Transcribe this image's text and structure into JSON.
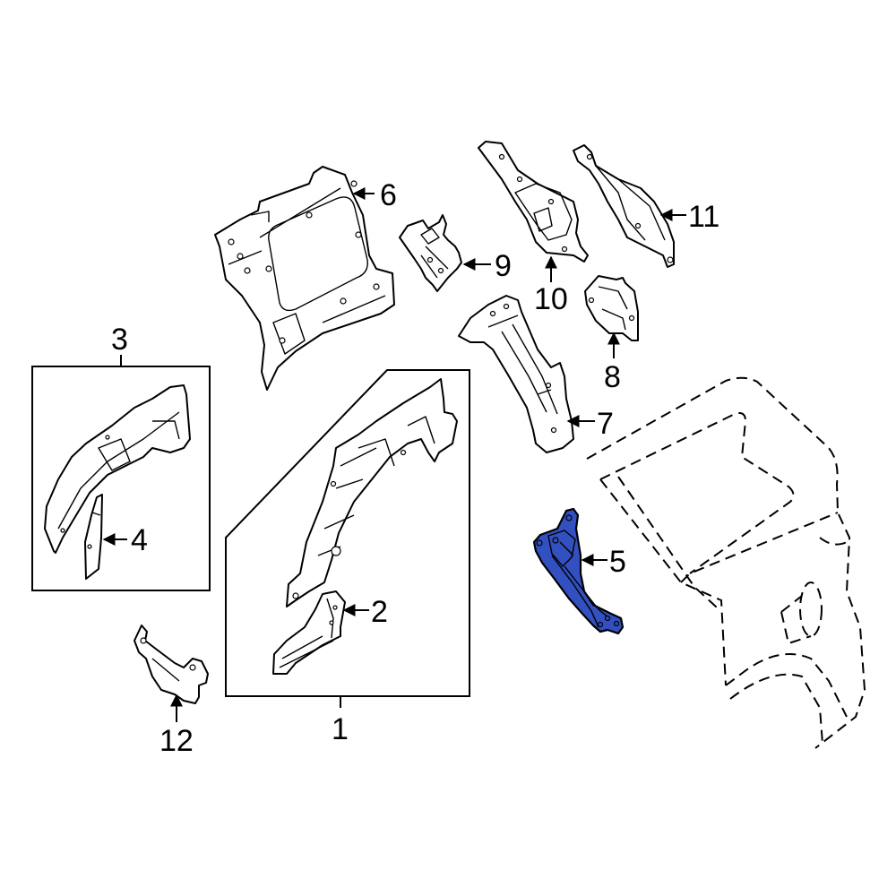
{
  "diagram": {
    "type": "exploded-parts-diagram",
    "subject": "Rear quarter inner panel / wheelhouse assembly",
    "highlight_color": "#3350C0",
    "callouts": [
      {
        "id": "1",
        "label": "1",
        "target": "inner-wheelhouse-assembly-box"
      },
      {
        "id": "2",
        "label": "2",
        "target": "wheelhouse-extension"
      },
      {
        "id": "3",
        "label": "3",
        "target": "outer-wheelhouse-box"
      },
      {
        "id": "4",
        "label": "4",
        "target": "wheelhouse-patch"
      },
      {
        "id": "5",
        "label": "5",
        "target": "support-bracket",
        "highlighted": true
      },
      {
        "id": "6",
        "label": "6",
        "target": "quarter-inner-panel"
      },
      {
        "id": "7",
        "label": "7",
        "target": "pillar-reinforcement"
      },
      {
        "id": "8",
        "label": "8",
        "target": "small-bracket"
      },
      {
        "id": "9",
        "label": "9",
        "target": "upper-reinforcement"
      },
      {
        "id": "10",
        "label": "10",
        "target": "upper-pillar-panel"
      },
      {
        "id": "11",
        "label": "11",
        "target": "rear-pillar-reinforcement"
      },
      {
        "id": "12",
        "label": "12",
        "target": "lower-bracket"
      }
    ]
  }
}
